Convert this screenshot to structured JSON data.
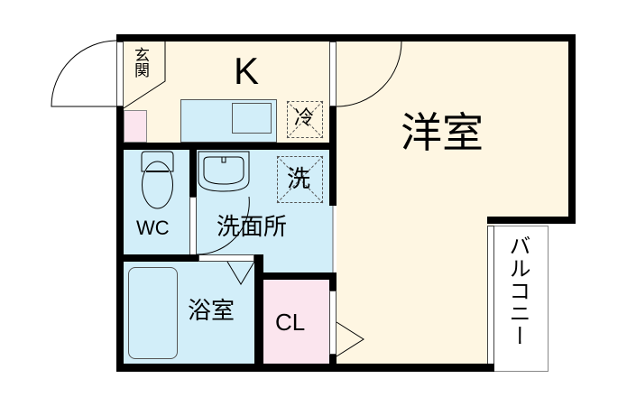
{
  "title": "Floor plan 1K",
  "rooms": {
    "kitchen": "K",
    "entrance": "玄関",
    "fridge": "冷",
    "washer": "洗",
    "toilet": "WC",
    "washroom": "洗面所",
    "bathroom": "浴室",
    "closet": "CL",
    "western_room": "洋室",
    "balcony": "バルコニー"
  },
  "colors": {
    "floor": "#fef6e2",
    "wet_area": "#d2eef9",
    "storage": "#fbe5ee",
    "wall": "#000000"
  }
}
